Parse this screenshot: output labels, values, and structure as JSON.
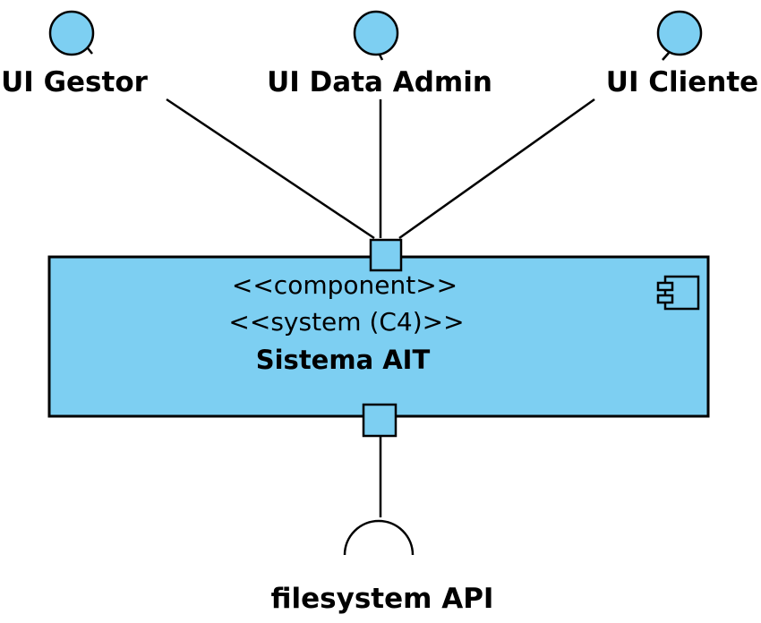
{
  "diagram": {
    "type": "UML component diagram",
    "colors": {
      "fill": "#7DCFF2",
      "stroke": "#000000",
      "background": "#FFFFFF"
    },
    "provided_interfaces": [
      {
        "name": "UI Gestor"
      },
      {
        "name": "UI Data Admin"
      },
      {
        "name": "UI Cliente"
      }
    ],
    "component": {
      "stereotype_1": "<<component>>",
      "stereotype_2": "<<system (C4)>>",
      "name": "Sistema AIT",
      "icon": "component-icon"
    },
    "required_interface": {
      "name": "filesystem API"
    }
  }
}
